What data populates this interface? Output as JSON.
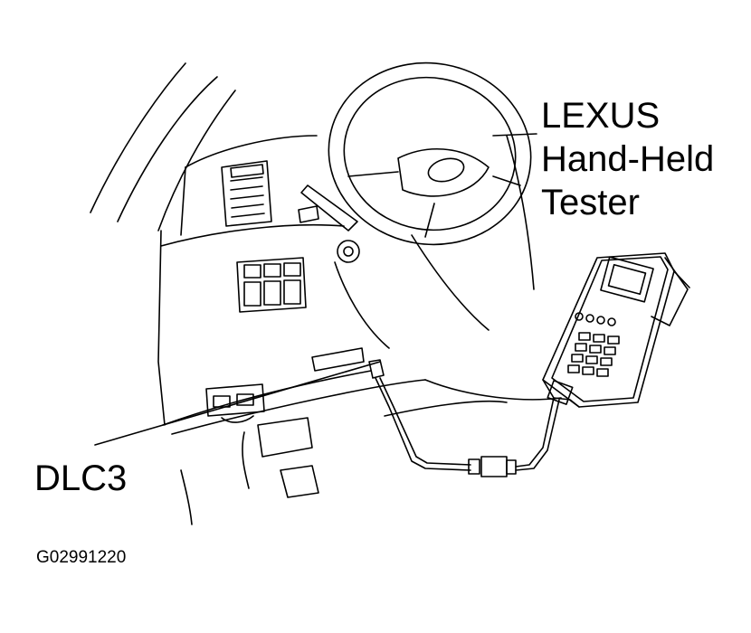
{
  "labels": {
    "tester_line1": "LEXUS",
    "tester_line2": "Hand-Held",
    "tester_line3": "Tester",
    "connector": "DLC3"
  },
  "figure_id": "G02991220",
  "colors": {
    "line": "#000000",
    "background": "#ffffff"
  }
}
